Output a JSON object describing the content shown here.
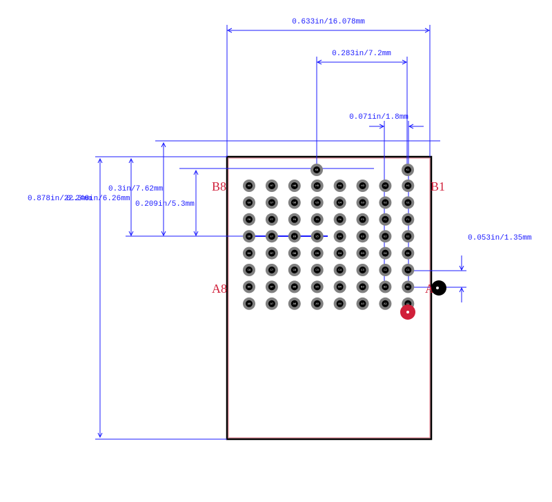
{
  "dimensions": {
    "overall_width": "0.633in/16.078mm",
    "span_width": "0.283in/7.2mm",
    "pin_pitch": "0.071in/1.8mm",
    "overall_height": "0.878in/22.3mm",
    "height_a": "0.246in/6.26mm",
    "height_b": "0.3in/7.62mm",
    "height_c": "0.209in/5.3mm",
    "row_pitch": "0.053in/1.35mm"
  },
  "corner_labels": {
    "top_left": "B8",
    "top_right": "B1",
    "bottom_left": "A8",
    "bottom_right": "A1"
  },
  "pin_grid": {
    "rows": [
      "H",
      "G",
      "F",
      "E",
      "D",
      "C",
      "B",
      "A"
    ],
    "columns": 8,
    "extra_pins": [
      "K8",
      "K1"
    ]
  },
  "colors": {
    "outline": "#000000",
    "dimension": "#1a1aff",
    "label": "#d0203a",
    "pad_ring": "#808080",
    "pad_center": "#000000",
    "pin1_marker": "#d0203a"
  }
}
